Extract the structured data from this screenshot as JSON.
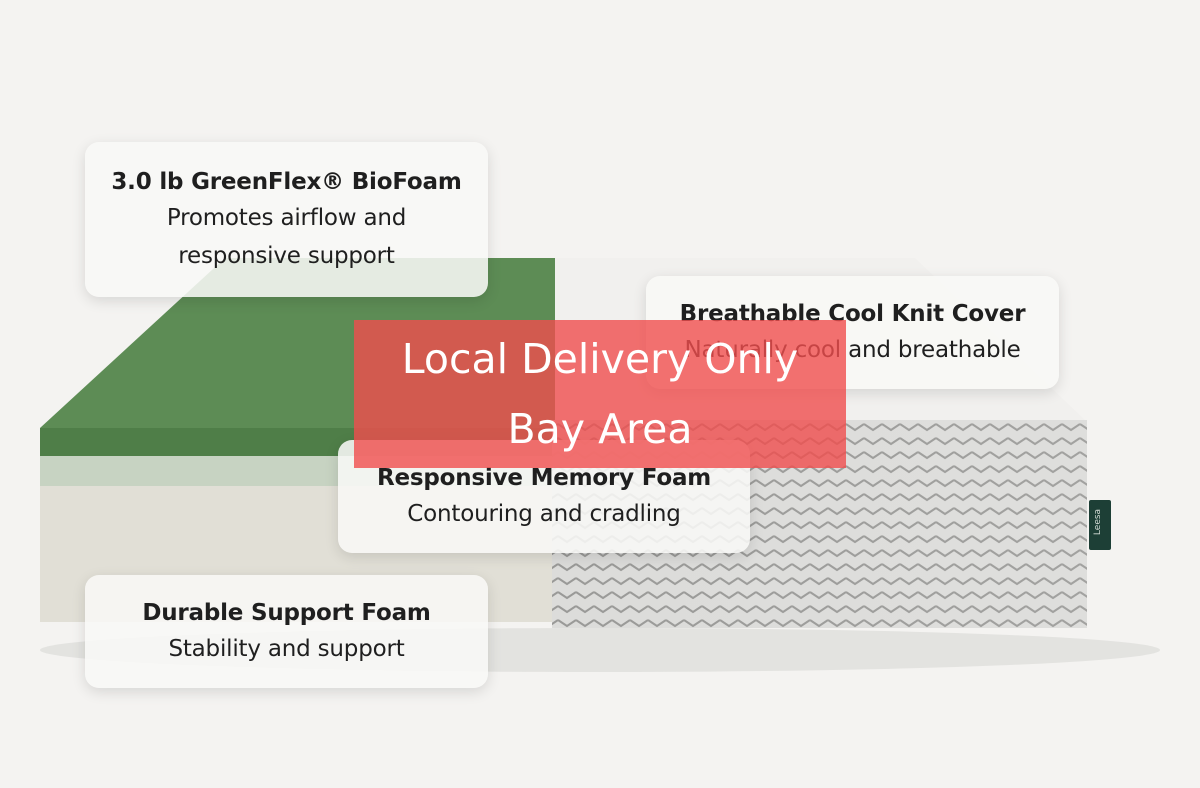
{
  "callouts": {
    "greenflex": {
      "title": "3.0 lb GreenFlex® BioFoam",
      "desc_lines": [
        "Promotes airflow and",
        "responsive support"
      ]
    },
    "cover": {
      "title": "Breathable Cool Knit Cover",
      "desc": "Naturally cool and breathable"
    },
    "memory": {
      "title": "Responsive Memory Foam",
      "desc": "Contouring and cradling"
    },
    "support": {
      "title": "Durable Support Foam",
      "desc": "Stability and support"
    }
  },
  "banner": {
    "line1": "Local Delivery Only",
    "line2": "Bay Area"
  },
  "brand_tag": "Leesa",
  "colors": {
    "green_foam": "#5a8a52",
    "banner_red": "#f04e4e",
    "knit_grey": "#d7d7d5"
  }
}
